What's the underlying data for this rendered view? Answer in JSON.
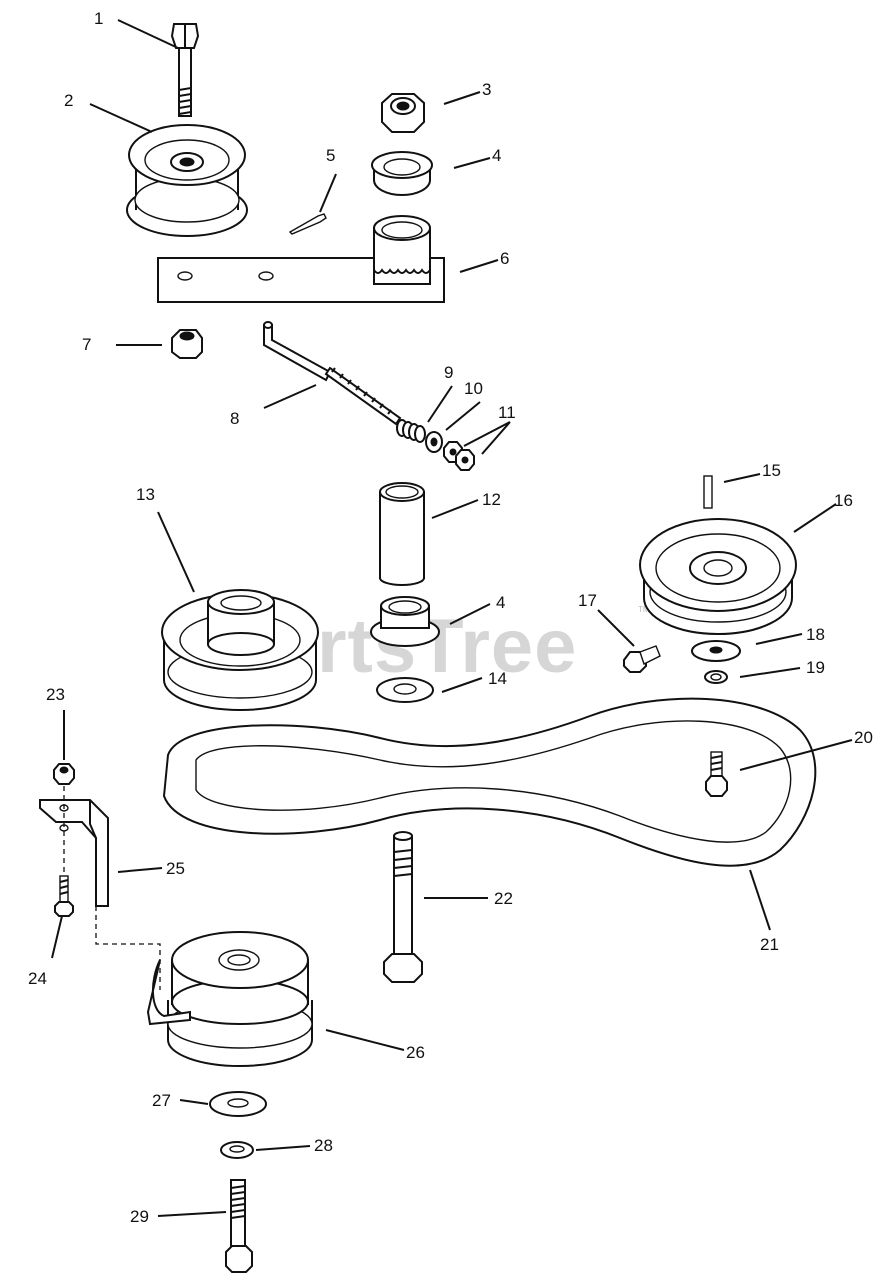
{
  "watermark": {
    "text": "PartsTree",
    "mark": "TM"
  },
  "callouts": [
    {
      "id": "c1",
      "label": "1"
    },
    {
      "id": "c2",
      "label": "2"
    },
    {
      "id": "c3",
      "label": "3"
    },
    {
      "id": "c4a",
      "label": "4"
    },
    {
      "id": "c5",
      "label": "5"
    },
    {
      "id": "c6",
      "label": "6"
    },
    {
      "id": "c7",
      "label": "7"
    },
    {
      "id": "c8",
      "label": "8"
    },
    {
      "id": "c9",
      "label": "9"
    },
    {
      "id": "c10",
      "label": "10"
    },
    {
      "id": "c11",
      "label": "11"
    },
    {
      "id": "c12",
      "label": "12"
    },
    {
      "id": "c13",
      "label": "13"
    },
    {
      "id": "c4b",
      "label": "4"
    },
    {
      "id": "c14",
      "label": "14"
    },
    {
      "id": "c15",
      "label": "15"
    },
    {
      "id": "c16",
      "label": "16"
    },
    {
      "id": "c17",
      "label": "17"
    },
    {
      "id": "c18",
      "label": "18"
    },
    {
      "id": "c19",
      "label": "19"
    },
    {
      "id": "c20",
      "label": "20"
    },
    {
      "id": "c21",
      "label": "21"
    },
    {
      "id": "c22",
      "label": "22"
    },
    {
      "id": "c23",
      "label": "23"
    },
    {
      "id": "c24",
      "label": "24"
    },
    {
      "id": "c25",
      "label": "25"
    },
    {
      "id": "c26",
      "label": "26"
    },
    {
      "id": "c27",
      "label": "27"
    },
    {
      "id": "c28",
      "label": "28"
    },
    {
      "id": "c29",
      "label": "29"
    }
  ]
}
